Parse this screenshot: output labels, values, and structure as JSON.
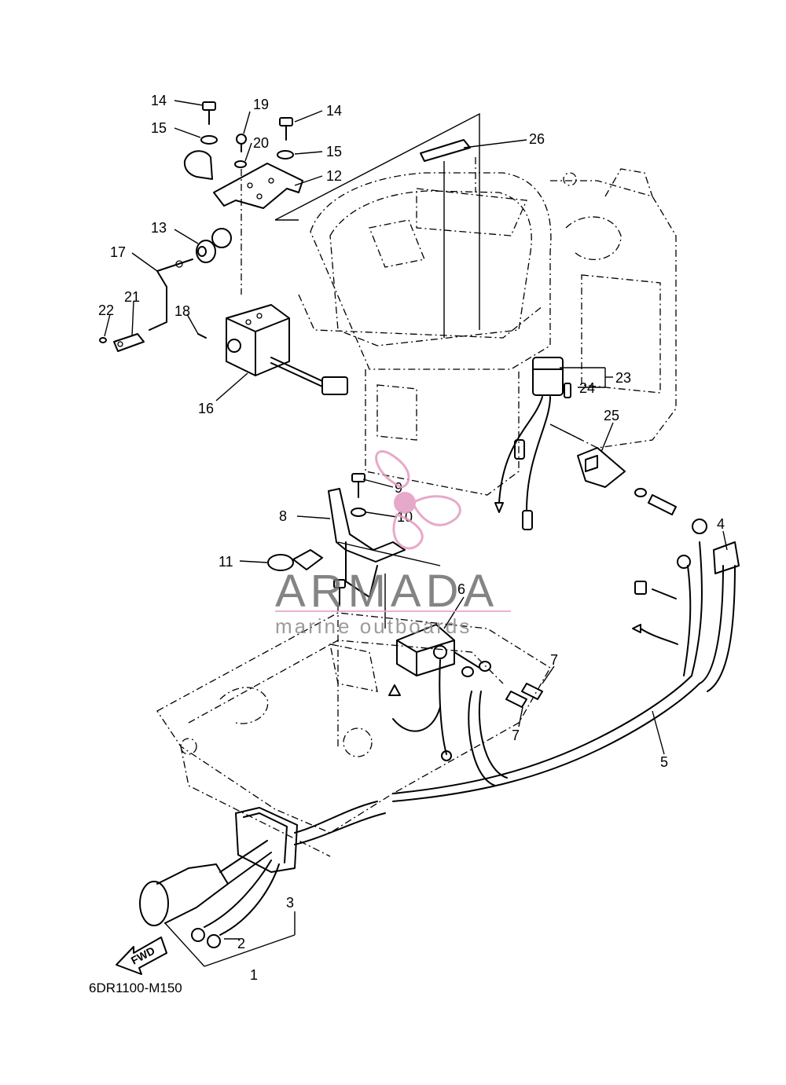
{
  "diagram": {
    "code": "6DR1100-M150",
    "fwd_label": "FWD",
    "callouts": [
      "1",
      "2",
      "3",
      "4",
      "5",
      "6",
      "7",
      "7",
      "8",
      "9",
      "10",
      "11",
      "12",
      "13",
      "14",
      "14",
      "15",
      "15",
      "16",
      "17",
      "18",
      "19",
      "20",
      "21",
      "22",
      "23",
      "24",
      "25",
      "26"
    ]
  },
  "watermark": {
    "brand": "ARMADA",
    "tagline": "marine outboards",
    "accent_color": "#e39bc0",
    "line_color": "#e8a5c8"
  }
}
